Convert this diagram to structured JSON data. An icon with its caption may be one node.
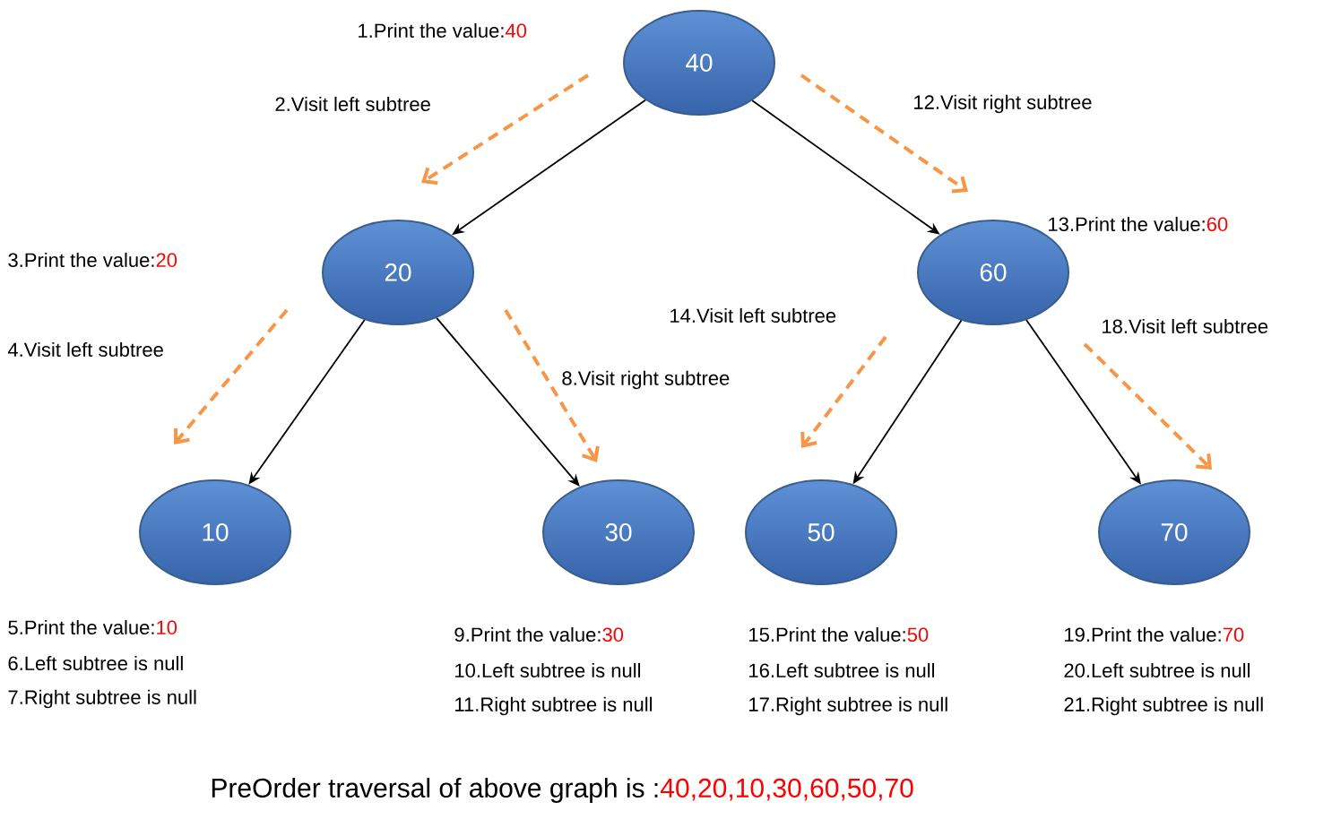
{
  "diagram": {
    "nodes": [
      {
        "text": [
          "40"
        ],
        "beside": [
          "1.Print the value:",
          "40"
        ]
      },
      {
        "text": [
          "20"
        ],
        "beside": [
          "3.Print the value:",
          "20"
        ]
      },
      {
        "text": [
          "60"
        ],
        "beside": [
          "13.Print the value:",
          "60"
        ]
      },
      {
        "text": [
          "10"
        ],
        "beside": [
          "5.Print the value:",
          "10",
          "6.Left subtree is null",
          "7.Right subtree is null"
        ]
      },
      {
        "text": [
          "30"
        ],
        "beside": [
          "9.Print the value:",
          "30",
          "10.Left subtree is null",
          "11.Right subtree is null"
        ]
      },
      {
        "text": [
          "50"
        ],
        "beside": [
          "15.Print the value:",
          "50",
          "16.Left subtree is null",
          "17.Right subtree is null"
        ]
      },
      {
        "text": [
          "70"
        ],
        "beside": [
          "19.Print the value:",
          "70",
          "20.Left subtree is null",
          "21.Right subtree is null"
        ]
      }
    ],
    "edges": [
      {
        "from": 0,
        "to": 1,
        "arrow": "to"
      },
      {
        "from": 0,
        "to": 2,
        "arrow": "to"
      },
      {
        "from": 1,
        "to": 3,
        "arrow": "to"
      },
      {
        "from": 1,
        "to": 4,
        "arrow": "to"
      },
      {
        "from": 2,
        "to": 5,
        "arrow": "to"
      },
      {
        "from": 2,
        "to": 6,
        "arrow": "to"
      }
    ],
    "labels": [
      "2.Visit left subtree",
      "12.Visit right subtree",
      "4.Visit left subtree",
      "8.Visit right subtree",
      "14.Visit left subtree",
      "18.Visit left subtree",
      "PreOrder traversal of above graph is :",
      "40,20,10,30,60,50,70"
    ]
  }
}
